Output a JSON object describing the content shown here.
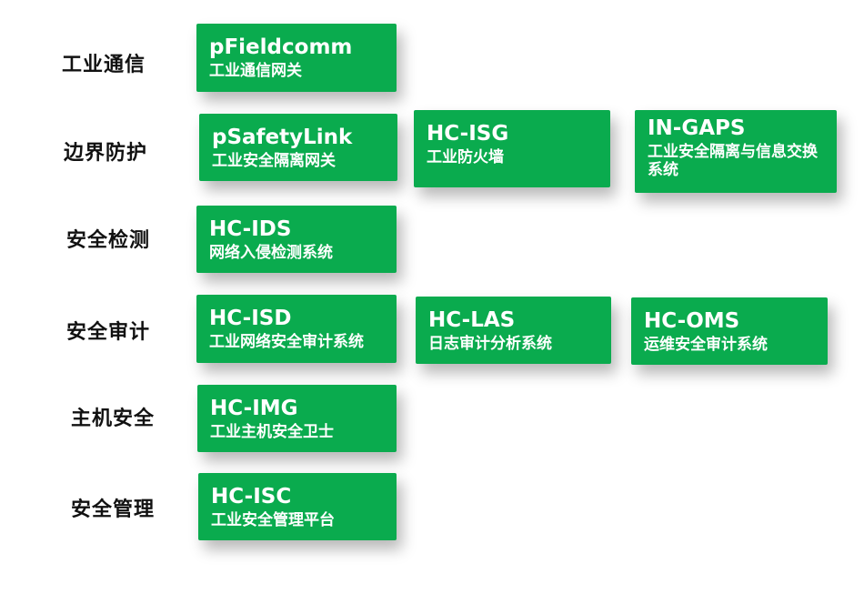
{
  "categories": [
    {
      "label": "工业通信"
    },
    {
      "label": "边界防护"
    },
    {
      "label": "安全检测"
    },
    {
      "label": "安全审计"
    },
    {
      "label": "主机安全"
    },
    {
      "label": "安全管理"
    }
  ],
  "products": {
    "pfieldcomm": {
      "code": "pFieldcomm",
      "desc": "工业通信网关"
    },
    "psafetylink": {
      "code": "pSafetyLink",
      "desc": "工业安全隔离网关"
    },
    "hc_isg": {
      "code": "HC-ISG",
      "desc": "工业防火墙"
    },
    "in_gaps": {
      "code": "IN-GAPS",
      "desc": "工业安全隔离与信息交换系统"
    },
    "hc_ids": {
      "code": "HC-IDS",
      "desc": "网络入侵检测系统"
    },
    "hc_isd": {
      "code": "HC-ISD",
      "desc": "工业网络安全审计系统"
    },
    "hc_las": {
      "code": "HC-LAS",
      "desc": "日志审计分析系统"
    },
    "hc_oms": {
      "code": "HC-OMS",
      "desc": "运维安全审计系统"
    },
    "hc_img": {
      "code": "HC-IMG",
      "desc": "工业主机安全卫士"
    },
    "hc_isc": {
      "code": "HC-ISC",
      "desc": "工业安全管理平台"
    }
  },
  "colors": {
    "card_background": "#0aab4e",
    "card_text": "#ffffff",
    "category_text": "#111111"
  }
}
